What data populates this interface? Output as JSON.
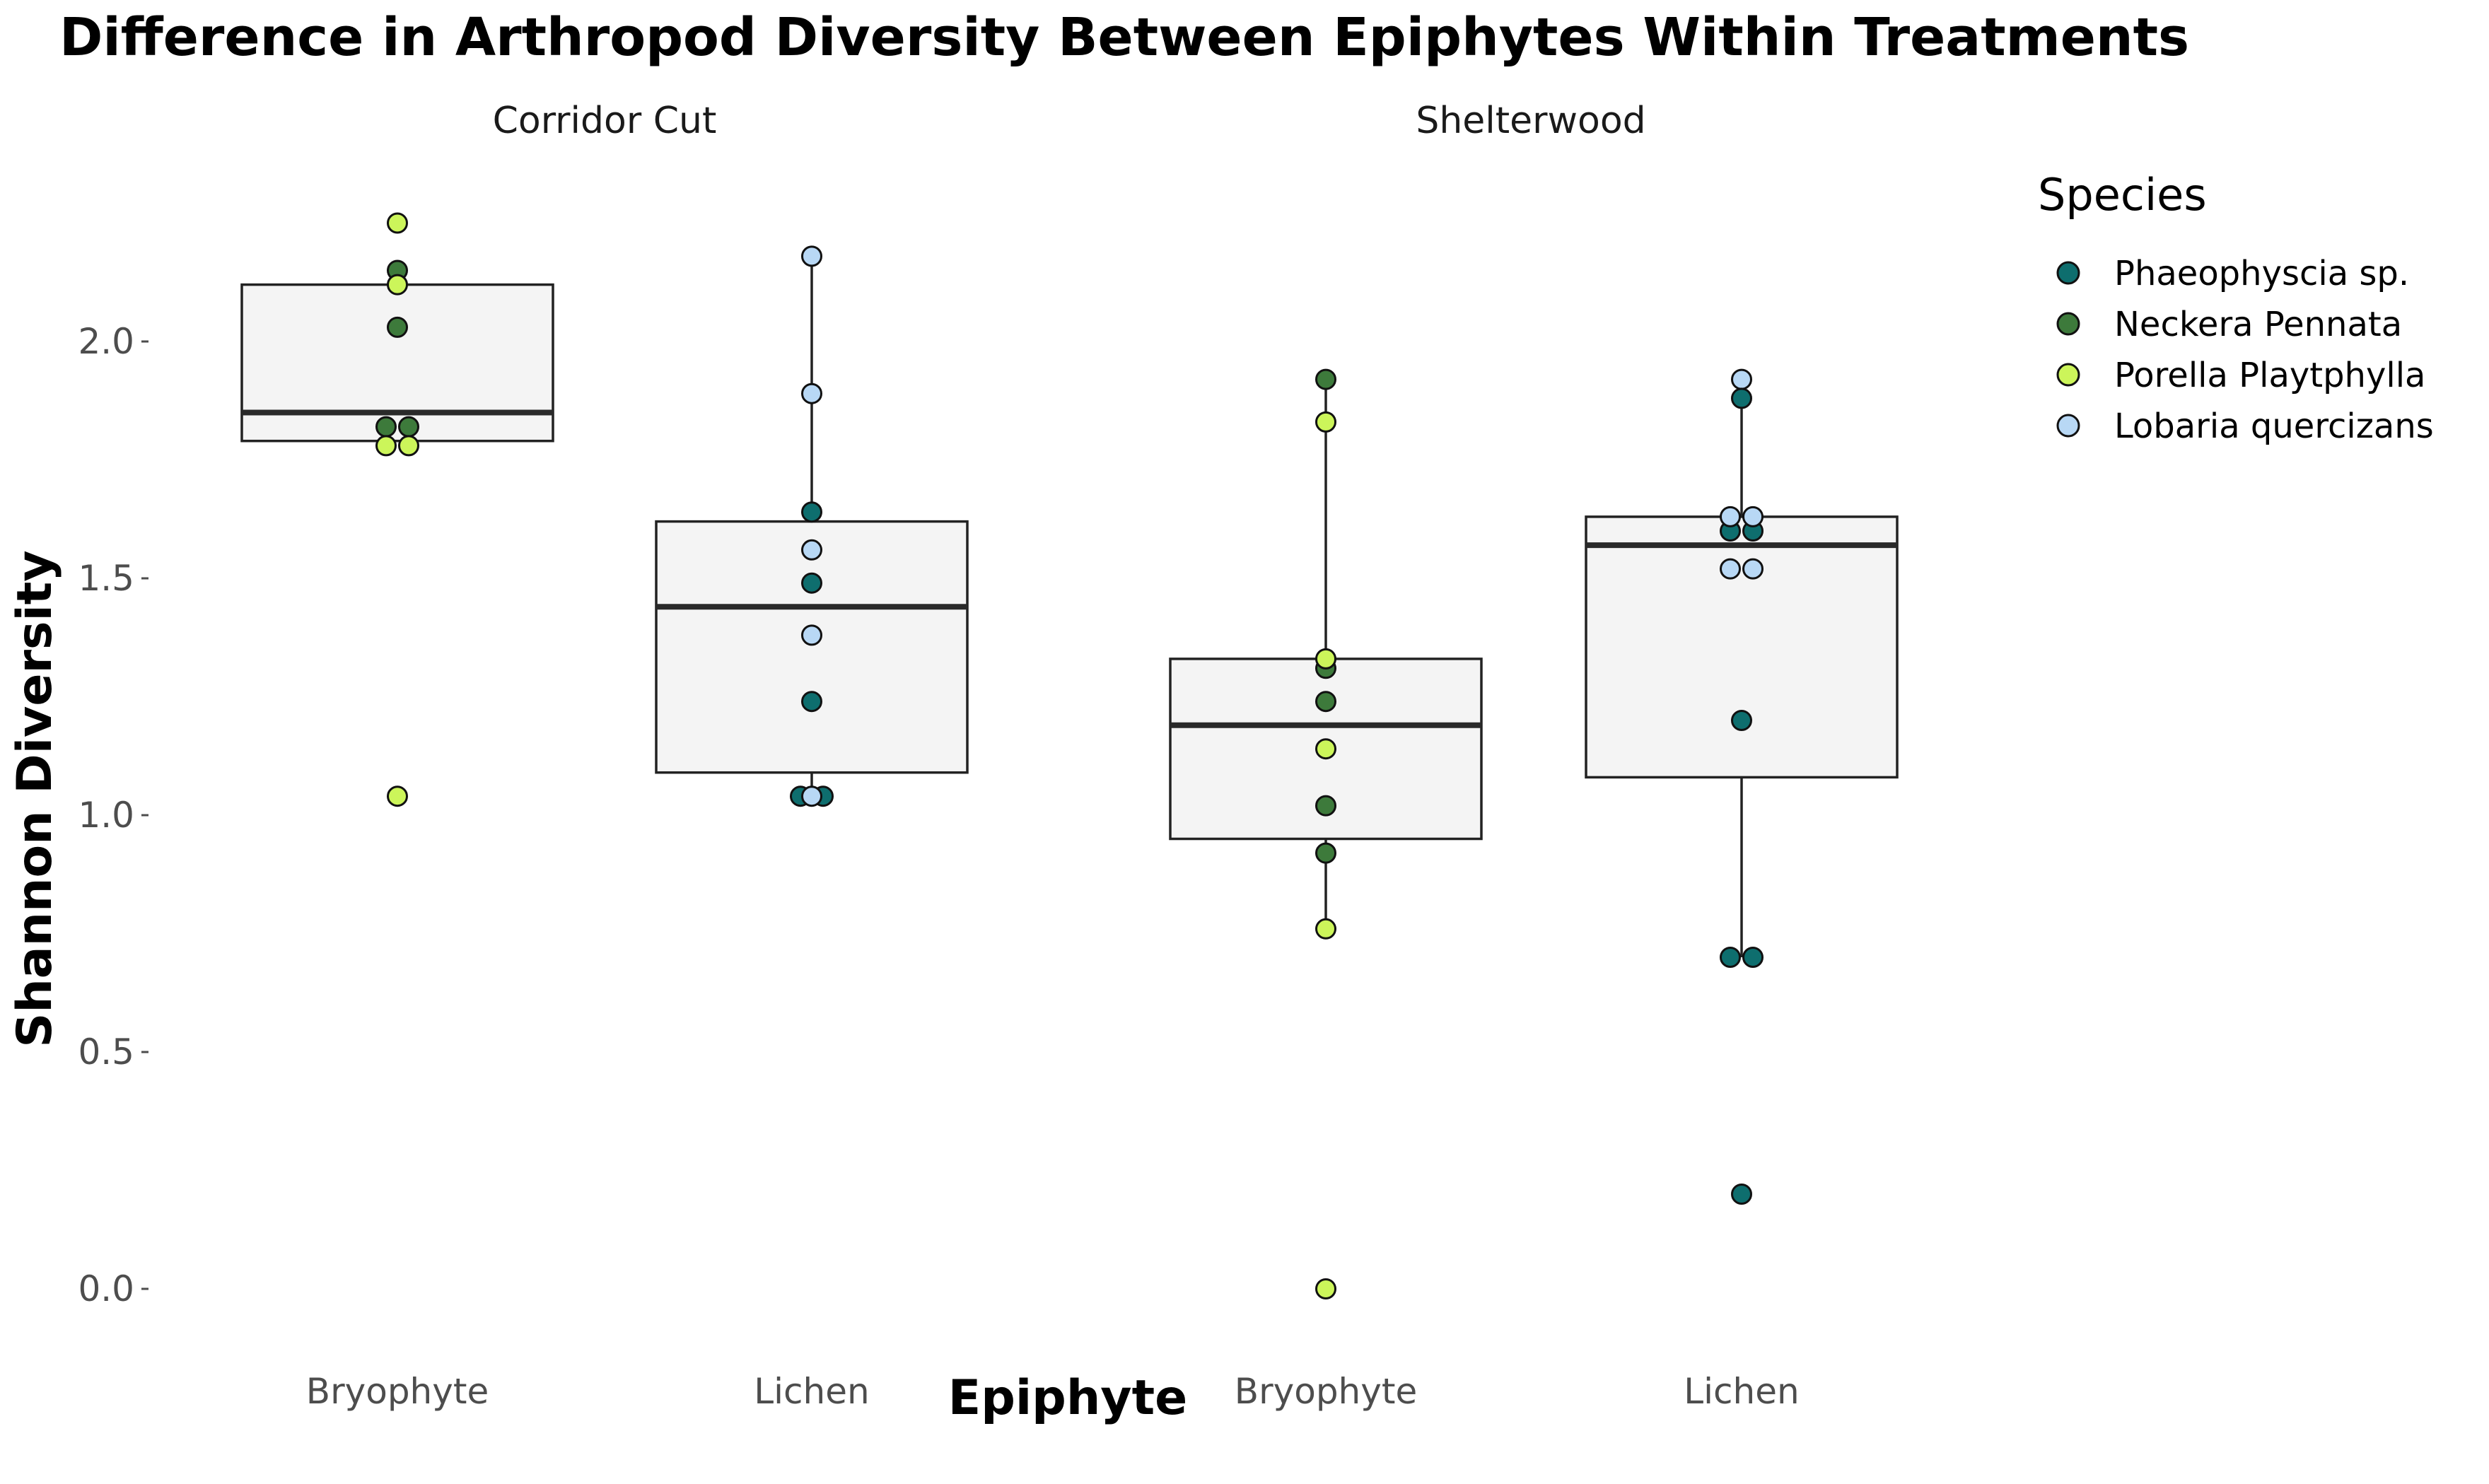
{
  "chart_data": {
    "type": "boxplot",
    "title": "Difference in Arthropod Diversity Between Epiphytes Within Treatments",
    "xlabel": "Epiphyte",
    "ylabel": "Shannon Diversity",
    "ylim": [
      -0.13,
      2.3
    ],
    "yticks": [
      0.0,
      0.5,
      1.0,
      1.5,
      2.0
    ],
    "ytick_labels": [
      "0.0",
      "0.5",
      "1.0",
      "1.5",
      "2.0"
    ],
    "grid": false,
    "legend": {
      "title": "Species",
      "position": "right",
      "entries": [
        {
          "name": "Phaeophyscia sp.",
          "color": "#0e6e6e"
        },
        {
          "name": "Neckera Pennata",
          "color": "#3d7a3b"
        },
        {
          "name": "Porella Playtphylla",
          "color": "#ccf55a"
        },
        {
          "name": "Lobaria quercizans",
          "color": "#b8d8f5"
        }
      ]
    },
    "facets": [
      {
        "label": "Corridor Cut",
        "groups": [
          {
            "category": "Bryophyte",
            "box": {
              "q1": 1.79,
              "median": 1.85,
              "q3": 2.12,
              "whisker_low": 1.79,
              "whisker_high": 2.12
            },
            "points": [
              {
                "y": 2.25,
                "species": "Porella Playtphylla",
                "dx": 0
              },
              {
                "y": 2.15,
                "species": "Neckera Pennata",
                "dx": 0
              },
              {
                "y": 2.12,
                "species": "Porella Playtphylla",
                "dx": 0
              },
              {
                "y": 2.03,
                "species": "Neckera Pennata",
                "dx": 0
              },
              {
                "y": 1.82,
                "species": "Neckera Pennata",
                "dx": -0.5
              },
              {
                "y": 1.82,
                "species": "Neckera Pennata",
                "dx": 0.5
              },
              {
                "y": 1.78,
                "species": "Porella Playtphylla",
                "dx": -0.5
              },
              {
                "y": 1.78,
                "species": "Porella Playtphylla",
                "dx": 0.5
              },
              {
                "y": 1.04,
                "species": "Porella Playtphylla",
                "dx": 0
              }
            ]
          },
          {
            "category": "Lichen",
            "box": {
              "q1": 1.09,
              "median": 1.44,
              "q3": 1.62,
              "whisker_low": 1.04,
              "whisker_high": 2.18
            },
            "points": [
              {
                "y": 2.18,
                "species": "Lobaria quercizans",
                "dx": 0
              },
              {
                "y": 1.89,
                "species": "Lobaria quercizans",
                "dx": 0
              },
              {
                "y": 1.64,
                "species": "Phaeophyscia sp.",
                "dx": 0
              },
              {
                "y": 1.56,
                "species": "Lobaria quercizans",
                "dx": 0
              },
              {
                "y": 1.49,
                "species": "Phaeophyscia sp.",
                "dx": 0
              },
              {
                "y": 1.38,
                "species": "Lobaria quercizans",
                "dx": 0
              },
              {
                "y": 1.24,
                "species": "Phaeophyscia sp.",
                "dx": 0
              },
              {
                "y": 1.04,
                "species": "Phaeophyscia sp.",
                "dx": -0.5
              },
              {
                "y": 1.04,
                "species": "Phaeophyscia sp.",
                "dx": 0.5
              },
              {
                "y": 1.04,
                "species": "Lobaria quercizans",
                "dx": 0
              }
            ]
          }
        ]
      },
      {
        "label": "Shelterwood",
        "groups": [
          {
            "category": "Bryophyte",
            "box": {
              "q1": 0.95,
              "median": 1.19,
              "q3": 1.33,
              "whisker_low": 0.76,
              "whisker_high": 1.92
            },
            "points": [
              {
                "y": 1.92,
                "species": "Neckera Pennata",
                "dx": 0
              },
              {
                "y": 1.83,
                "species": "Porella Playtphylla",
                "dx": 0
              },
              {
                "y": 1.31,
                "species": "Neckera Pennata",
                "dx": 0
              },
              {
                "y": 1.33,
                "species": "Porella Playtphylla",
                "dx": 0
              },
              {
                "y": 1.24,
                "species": "Neckera Pennata",
                "dx": 0
              },
              {
                "y": 1.14,
                "species": "Porella Playtphylla",
                "dx": 0
              },
              {
                "y": 1.02,
                "species": "Neckera Pennata",
                "dx": 0
              },
              {
                "y": 0.92,
                "species": "Neckera Pennata",
                "dx": 0
              },
              {
                "y": 0.76,
                "species": "Porella Playtphylla",
                "dx": 0
              },
              {
                "y": 0.0,
                "species": "Porella Playtphylla",
                "dx": 0
              }
            ]
          },
          {
            "category": "Lichen",
            "box": {
              "q1": 1.08,
              "median": 1.57,
              "q3": 1.63,
              "whisker_low": 0.7,
              "whisker_high": 1.92
            },
            "points": [
              {
                "y": 1.92,
                "species": "Lobaria quercizans",
                "dx": 0
              },
              {
                "y": 1.88,
                "species": "Phaeophyscia sp.",
                "dx": 0
              },
              {
                "y": 1.6,
                "species": "Phaeophyscia sp.",
                "dx": -0.5
              },
              {
                "y": 1.6,
                "species": "Phaeophyscia sp.",
                "dx": 0.5
              },
              {
                "y": 1.63,
                "species": "Lobaria quercizans",
                "dx": -0.5
              },
              {
                "y": 1.63,
                "species": "Lobaria quercizans",
                "dx": 0.5
              },
              {
                "y": 1.52,
                "species": "Lobaria quercizans",
                "dx": -0.5
              },
              {
                "y": 1.52,
                "species": "Lobaria quercizans",
                "dx": 0.5
              },
              {
                "y": 1.2,
                "species": "Phaeophyscia sp.",
                "dx": 0
              },
              {
                "y": 0.7,
                "species": "Phaeophyscia sp.",
                "dx": -0.5
              },
              {
                "y": 0.7,
                "species": "Phaeophyscia sp.",
                "dx": 0.5
              },
              {
                "y": 0.2,
                "species": "Phaeophyscia sp.",
                "dx": 0
              }
            ]
          }
        ]
      }
    ]
  },
  "colors": {
    "box_fill": "#f4f4f4",
    "box_stroke": "#222222",
    "median": "#2a2a2a",
    "point_stroke": "#111111"
  }
}
